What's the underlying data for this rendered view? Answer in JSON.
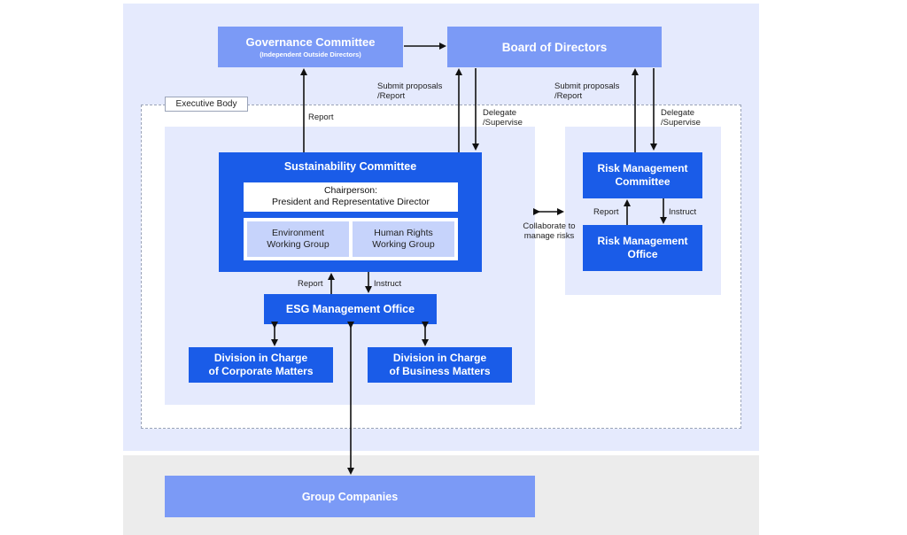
{
  "governance": {
    "title": "Governance Committee",
    "subtitle": "(Independent Outside Directors)"
  },
  "board": {
    "title": "Board of Directors"
  },
  "executive_body_label": "Executive Body",
  "sustainability": {
    "title": "Sustainability Committee",
    "chair_line1": "Chairperson:",
    "chair_line2": "President and Representative Director",
    "env_wg_line1": "Environment",
    "env_wg_line2": "Working Group",
    "hr_wg_line1": "Human Rights",
    "hr_wg_line2": "Working Group"
  },
  "esg_office": {
    "title": "ESG Management Office"
  },
  "division_corporate": {
    "line1": "Division in Charge",
    "line2": "of Corporate Matters"
  },
  "division_business": {
    "line1": "Division in Charge",
    "line2": "of Business Matters"
  },
  "risk_committee": {
    "line1": "Risk Management",
    "line2": "Committee"
  },
  "risk_office": {
    "line1": "Risk Management",
    "line2": "Office"
  },
  "group_companies": {
    "title": "Group Companies"
  },
  "labels": {
    "report_to_governance": "Report",
    "submit_left_1": "Submit proposals",
    "submit_left_2": "/Report",
    "delegate_left_1": "Delegate",
    "delegate_left_2": "/Supervise",
    "submit_right_1": "Submit proposals",
    "submit_right_2": "/Report",
    "delegate_right_1": "Delegate",
    "delegate_right_2": "/Supervise",
    "report_esg": "Report",
    "instruct_esg": "Instruct",
    "report_risk": "Report",
    "instruct_risk": "Instruct",
    "collaborate_1": "Collaborate to",
    "collaborate_2": "manage risks"
  },
  "colors": {
    "outer_bg": "#e5eafd",
    "inner_bg": "#e5eafd",
    "group_bg": "#ececec",
    "light_box": "#7b9af6",
    "dark_box": "#1a5ce8",
    "wg_box": "#c6d3fb"
  }
}
